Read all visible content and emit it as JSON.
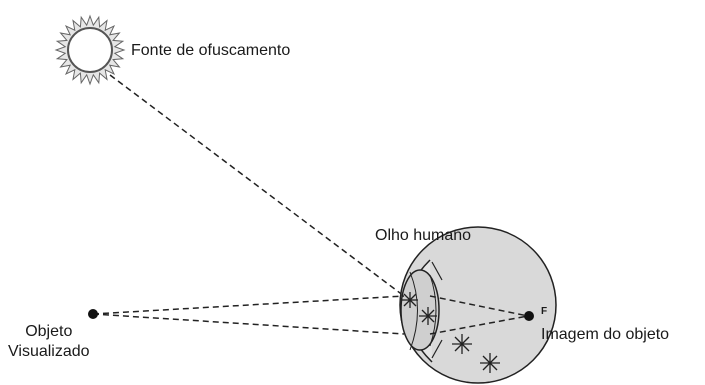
{
  "labels": {
    "glare_source": "Fonte de ofuscamento",
    "human_eye": "Olho humano",
    "object_line1": "Objeto",
    "object_line2": "Visualizado",
    "image": "Imagem do objeto",
    "focus": "F"
  },
  "colors": {
    "line": "#222222",
    "eye_fill": "#d9d9d9",
    "sun_fill": "#e6e6e6",
    "sun_stroke": "#555555"
  },
  "icons": {
    "glare_source": "sun-icon",
    "eye": "eye-cross-section",
    "scatter": "asterisk-scatter-icon"
  }
}
